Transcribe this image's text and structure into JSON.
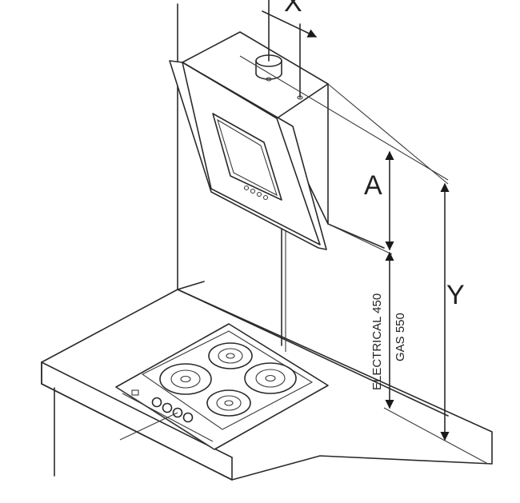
{
  "labels": {
    "x": "X",
    "a": "A",
    "y": "Y",
    "electrical": "ELECTRICAL 450",
    "gas": "GAS 550"
  }
}
